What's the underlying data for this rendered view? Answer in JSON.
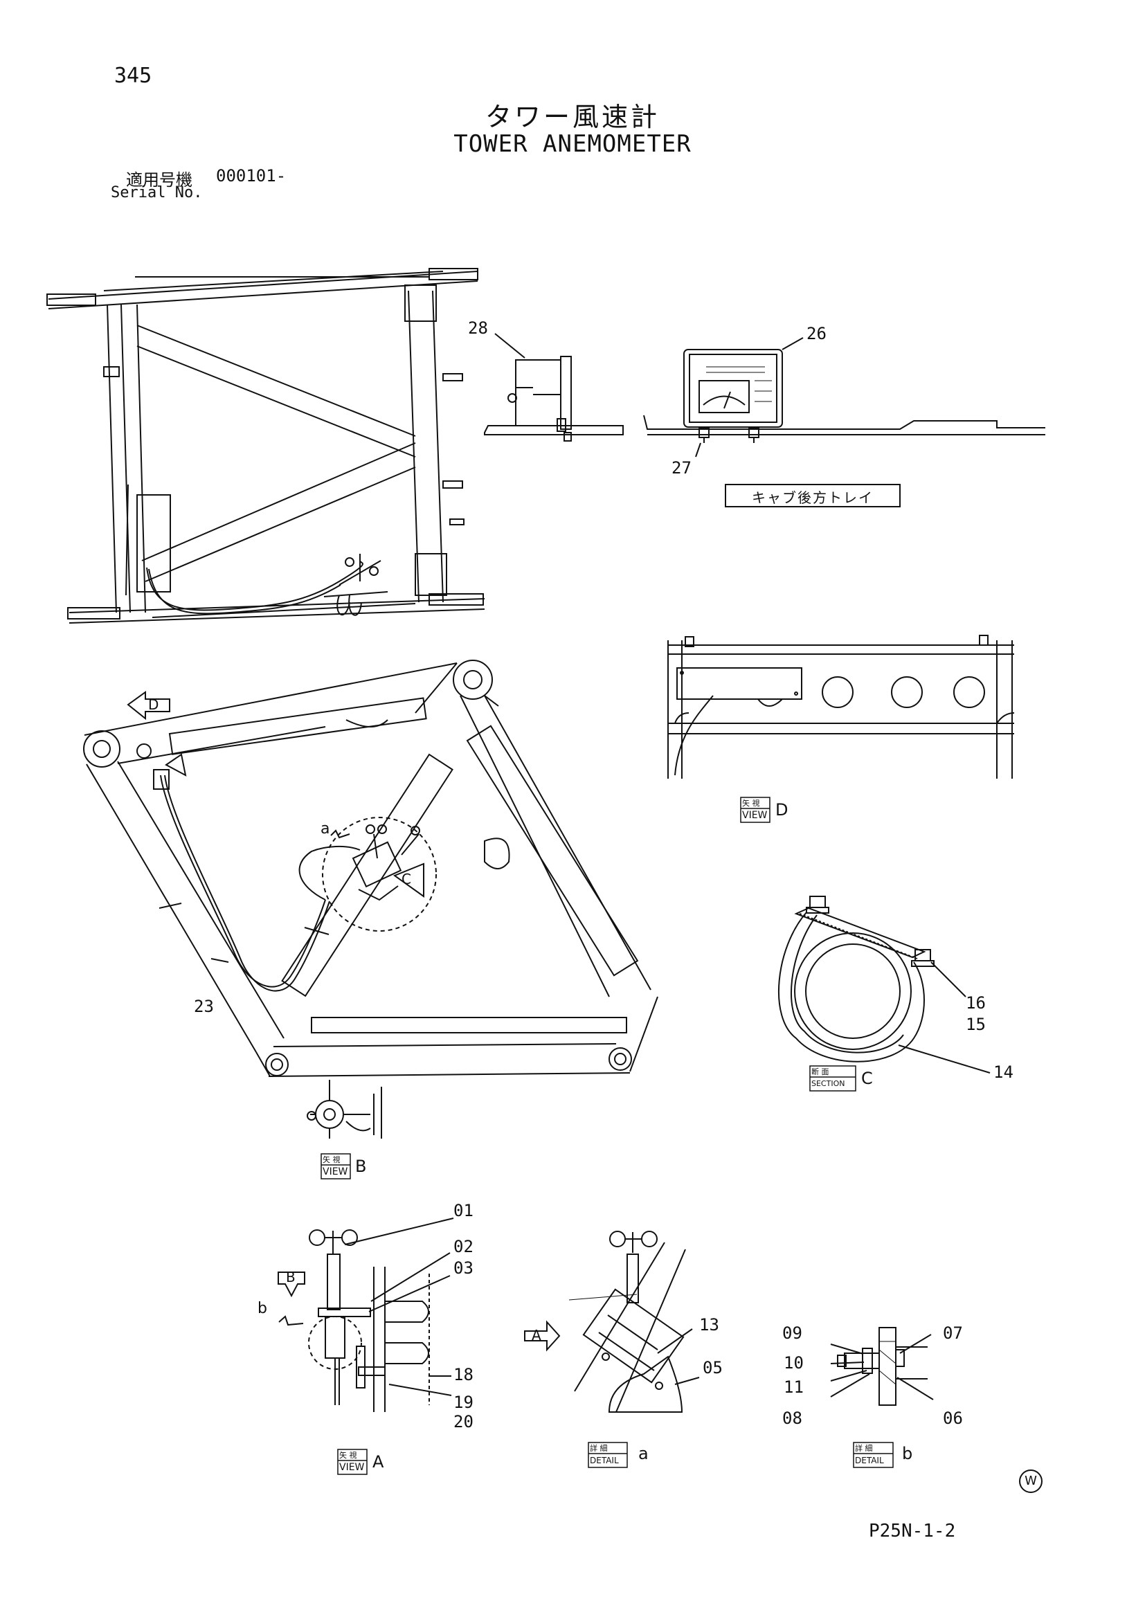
{
  "page_number": "345",
  "title_jp": "タワー風速計",
  "title_en": "TOWER ANEMOMETER",
  "serial": {
    "label_jp": "適用号機",
    "number": "000101-",
    "label_en": "Serial No."
  },
  "tray_label": "キャブ後方トレイ",
  "views": {
    "d": {
      "jp": "矢 視",
      "en": "VIEW",
      "letter": "D"
    },
    "b": {
      "jp": "矢 視",
      "en": "VIEW",
      "letter": "B"
    },
    "a": {
      "jp": "矢 視",
      "en": "VIEW",
      "letter": "A"
    },
    "section_c": {
      "jp": "断 面",
      "en": "SECTION",
      "letter": "C"
    },
    "detail_a": {
      "jp": "詳 細",
      "en": "DETAIL",
      "letter": "a"
    },
    "detail_b": {
      "jp": "詳 細",
      "en": "DETAIL",
      "letter": "b"
    }
  },
  "arrows": {
    "d": "D",
    "c": "C",
    "b": "B",
    "a": "A"
  },
  "callouts": {
    "p01": "01",
    "p02": "02",
    "p03": "03",
    "p05": "05",
    "p06": "06",
    "p07": "07",
    "p08": "08",
    "p09": "09",
    "p10": "10",
    "p11": "11",
    "p13": "13",
    "p14": "14",
    "p15": "15",
    "p16": "16",
    "p18": "18",
    "p19": "19",
    "p20": "20",
    "p23": "23",
    "p26": "26",
    "p27": "27",
    "p28": "28",
    "detail_a": "a",
    "detail_b": "b"
  },
  "drawing_code": "P25N-1-2",
  "w_mark": "W"
}
